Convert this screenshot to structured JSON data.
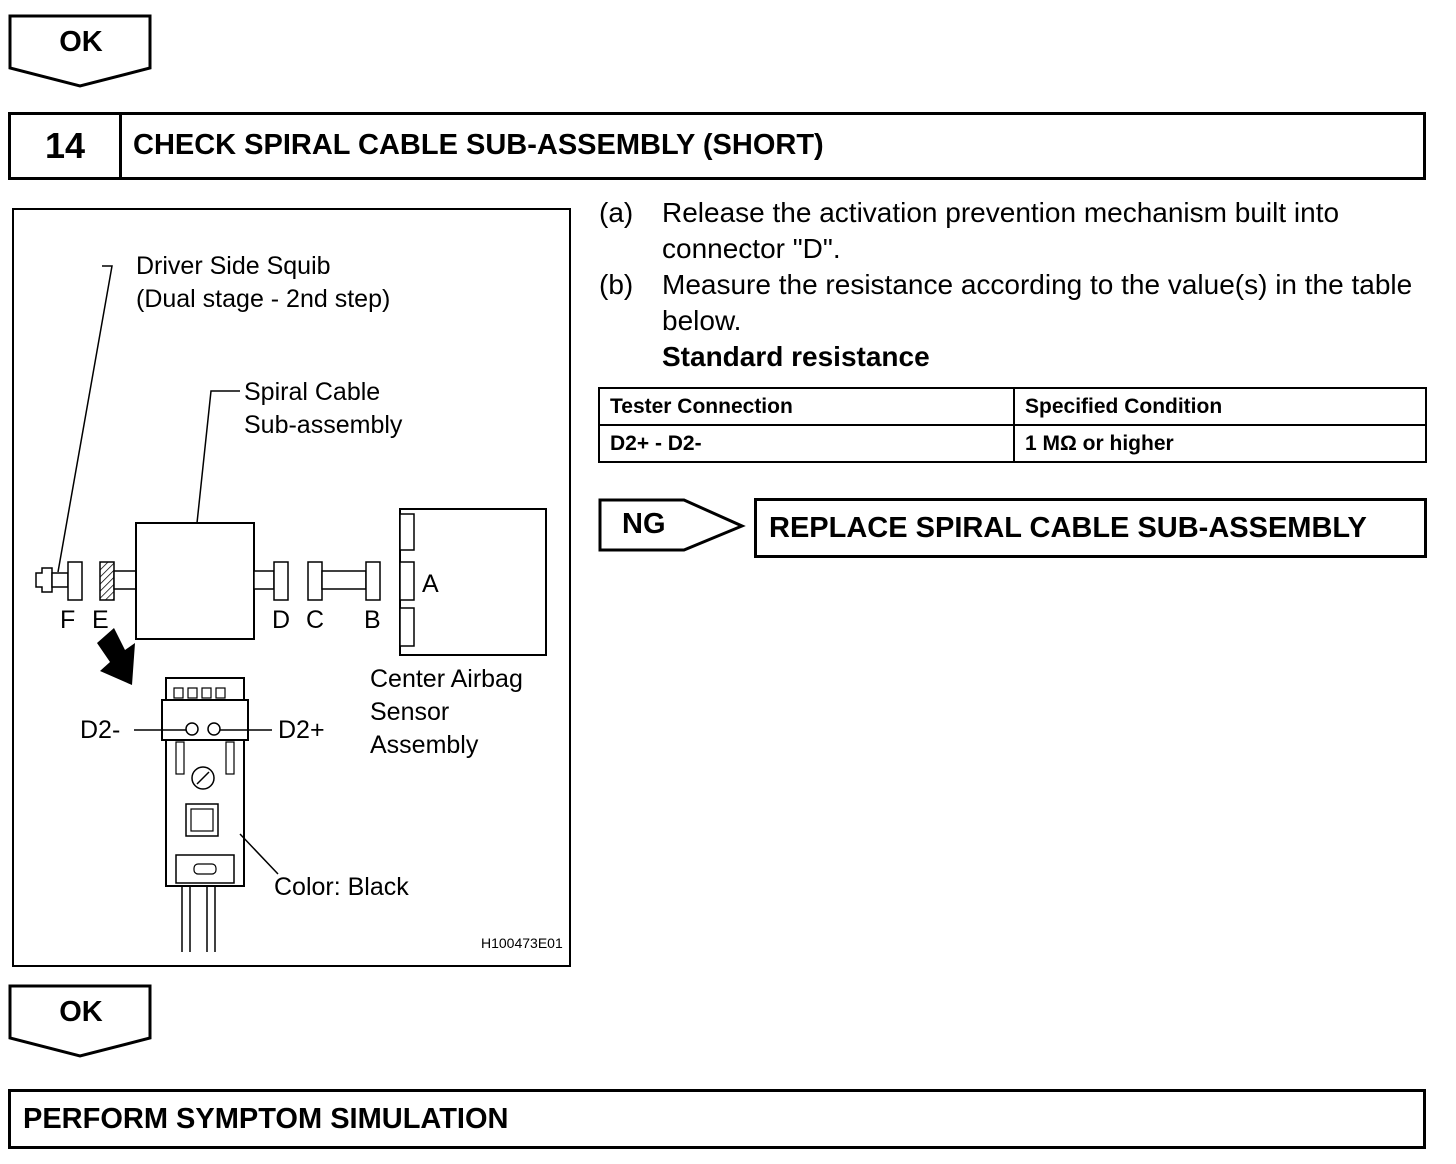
{
  "top_ok": {
    "label": "OK"
  },
  "step": {
    "number": "14",
    "title": "CHECK SPIRAL CABLE SUB-ASSEMBLY (SHORT)"
  },
  "figure": {
    "labels": {
      "driver_squib_1": "Driver Side Squib",
      "driver_squib_2": "(Dual stage - 2nd step)",
      "spiral_1": "Spiral Cable",
      "spiral_2": "Sub-assembly",
      "conn_f": "F",
      "conn_e": "E",
      "conn_d": "D",
      "conn_c": "C",
      "conn_b": "B",
      "conn_a": "A",
      "center_1": "Center Airbag",
      "center_2": "Sensor",
      "center_3": "Assembly",
      "d2_minus": "D2-",
      "d2_plus": "D2+",
      "color": "Color: Black",
      "code": "H100473E01"
    }
  },
  "instructions": [
    {
      "letter": "(a)",
      "text": "Release the activation prevention mechanism built into connector \"D\"."
    },
    {
      "letter": "(b)",
      "text": "Measure the resistance according to the value(s) in the table below."
    }
  ],
  "standard_heading": "Standard resistance",
  "table": {
    "headers": [
      "Tester Connection",
      "Specified Condition"
    ],
    "rows": [
      [
        "D2+ - D2-",
        "1 MΩ or higher"
      ]
    ]
  },
  "ng": {
    "label": "NG",
    "action": "REPLACE SPIRAL CABLE SUB-ASSEMBLY"
  },
  "bottom_ok": {
    "label": "OK"
  },
  "next_step": {
    "title": "PERFORM SYMPTOM SIMULATION"
  }
}
